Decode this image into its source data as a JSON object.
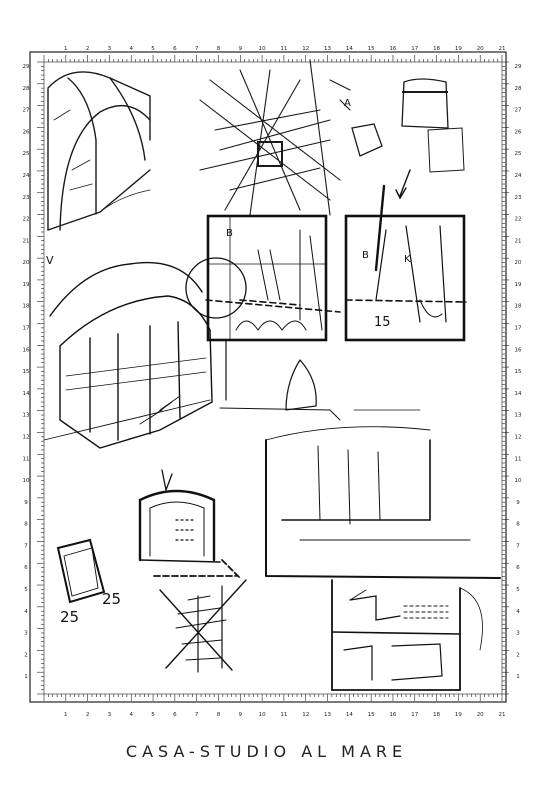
{
  "caption": "CASA-STUDIO AL MARE",
  "ruler": {
    "top_labels": [
      "1",
      "2",
      "3",
      "4",
      "5",
      "6",
      "7",
      "8",
      "9",
      "10",
      "11",
      "12",
      "13",
      "14",
      "15",
      "16",
      "17",
      "18",
      "19",
      "20",
      "21"
    ],
    "side_labels": [
      "29",
      "28",
      "27",
      "26",
      "25",
      "24",
      "23",
      "22",
      "21",
      "20",
      "19",
      "18",
      "17",
      "16",
      "15",
      "14",
      "13",
      "12",
      "11",
      "10",
      "9",
      "8",
      "7",
      "6",
      "5",
      "4",
      "3",
      "2",
      "1"
    ]
  },
  "sketch_notes": {
    "b_label": "B",
    "k_label": "K",
    "n15": "15",
    "n25a": "25",
    "n25b": "25",
    "v_label": "V",
    "a_label": "A"
  }
}
